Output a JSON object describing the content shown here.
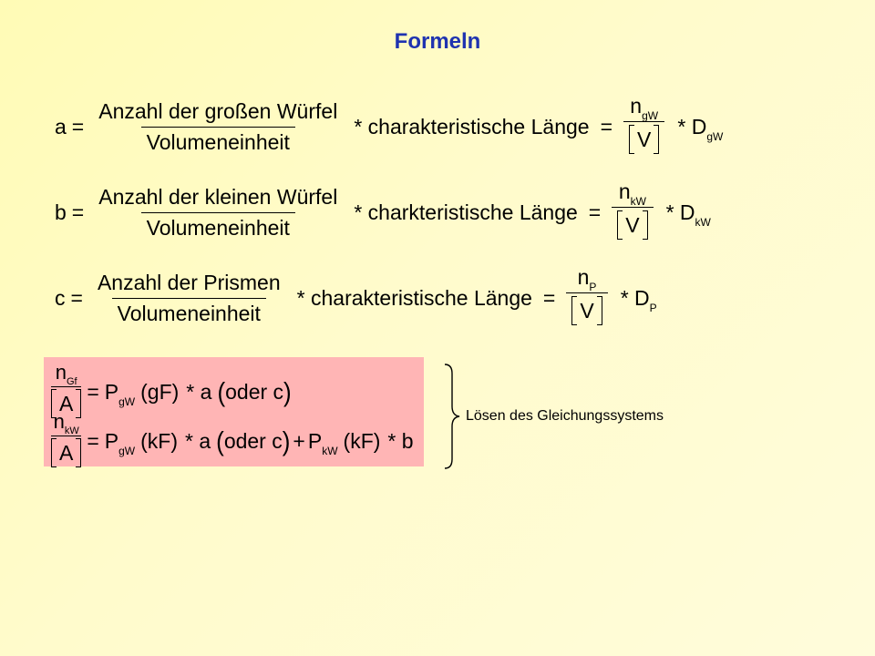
{
  "page": {
    "title": "Formeln"
  },
  "formulas": [
    {
      "lhs": "a",
      "numerator": "Anzahl der großen  Würfel",
      "denominator": "Volumeneinheit",
      "factor": "* charakteristische Länge",
      "n_symbol": "n",
      "n_sub": "gW",
      "volume": "V",
      "d_symbol": "* D",
      "d_sub": "gW"
    },
    {
      "lhs": "b",
      "numerator": "Anzahl  der kleinen  Würfel",
      "denominator": "Volumeneinheit",
      "factor": "* charkteristische Länge",
      "n_symbol": "n",
      "n_sub": "kW",
      "volume": "V",
      "d_symbol": "* D",
      "d_sub": "kW"
    },
    {
      "lhs": "c",
      "numerator": "Anzahl der Prismen",
      "denominator": "Volumeneinheit",
      "factor": "* charakteristische Länge",
      "n_symbol": "n",
      "n_sub": "P",
      "volume": "V",
      "d_symbol": "* D",
      "d_sub": "P"
    }
  ],
  "system": {
    "eq1": {
      "n": "n",
      "n_sub": "Gf",
      "area": "A",
      "p1": "P",
      "p1_sub": "gW",
      "p1_arg": "(gF)",
      "rest": "* a",
      "alt": "oder c"
    },
    "eq2": {
      "n": "n",
      "n_sub": "kW",
      "area": "A",
      "p1": "P",
      "p1_sub": "gW",
      "p1_arg": "(kF)",
      "rest": "* a",
      "alt": "oder c",
      "p2": "P",
      "p2_sub": "kW",
      "p2_arg": "(kF)",
      "tail": "* b"
    },
    "label": "Lösen des Gleichungssystems"
  },
  "colors": {
    "title": "#1f33b0",
    "highlight": "#ffb5b5"
  }
}
